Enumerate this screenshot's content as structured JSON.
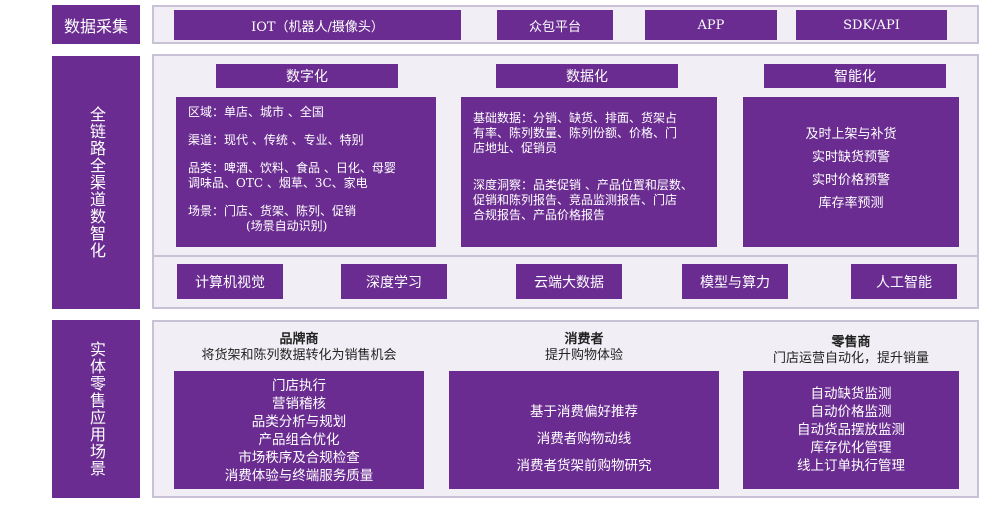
{
  "rows": {
    "collection": {
      "label": "数据采集",
      "items": [
        "IOT（机器人/摄像头）",
        "众包平台",
        "APP",
        "SDK/API"
      ]
    },
    "digitize": {
      "label": "全链路全渠道数智化",
      "columns": [
        {
          "header": "数字化",
          "lines": [
            "区域：单店、城市 、全国",
            "渠道：现代 、传统 、专业、特别",
            "品类：啤酒、饮料、食品 、日化、母婴",
            "调味品、OTC 、烟草、3C、家电",
            "场景：门店、货架、陈列、促销",
            "(场景自动识别)"
          ]
        },
        {
          "header": "数据化",
          "lines": [
            "基础数据：分销、缺货、排面、货架占",
            "有率、陈列数量、陈列份额、价格、门",
            "店地址、促销员",
            "深度洞察：品类促销 、产品位置和层数、",
            "促销和陈列报告、竞品监测报告、门店",
            "合规报告、产品价格报告"
          ]
        },
        {
          "header": "智能化",
          "lines": [
            "及时上架与补货",
            "实时缺货预警",
            "实时价格预警",
            "库存率预测"
          ]
        }
      ],
      "tech": [
        "计算机视觉",
        "深度学习",
        "云端大数据",
        "模型与算力",
        "人工智能"
      ]
    },
    "retail": {
      "label": "实体零售应用场景",
      "roles": [
        {
          "title": "品牌商",
          "subtitle": "将货架和陈列数据转化为销售机会",
          "items": [
            "门店执行",
            "营销稽核",
            "品类分析与规划",
            "产品组合优化",
            "市场秩序及合规检查",
            "消费体验与终端服务质量"
          ]
        },
        {
          "title": "消费者",
          "subtitle": "提升购物体验",
          "items": [
            "基于消费偏好推荐",
            "消费者购物动线",
            "消费者货架前购物研究"
          ]
        },
        {
          "title": "零售商",
          "subtitle": "门店运营自动化，提升销量",
          "items": [
            "自动缺货监测",
            "自动价格监测",
            "自动货品摆放监测",
            "库存优化管理",
            "线上订单执行管理"
          ]
        }
      ]
    }
  },
  "colors": {
    "accent": "#6a2c91",
    "panel_bg": "#f1eff5",
    "panel_border": "#c9c2d6"
  }
}
